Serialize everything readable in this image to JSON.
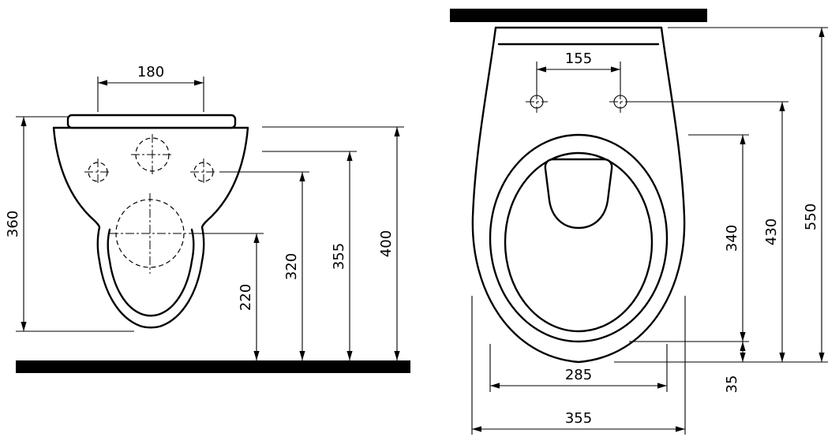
{
  "page": {
    "background": "#ffffff",
    "line_color": "#000000",
    "drawing_type": "wall-hung toilet dimension drawing"
  },
  "front_view": {
    "name": "front-view",
    "dims": {
      "top_hole_spacing": "180",
      "bowl_height": "360",
      "outlet_height": "220",
      "side_hole_height": "320",
      "rim_underside_height": "355",
      "rim_top_height": "400"
    }
  },
  "top_view": {
    "name": "top-view",
    "dims": {
      "fixing_hole_spacing": "155",
      "seat_ring_length": "340",
      "hole_line_to_front": "430",
      "total_length": "550",
      "front_lip": "35",
      "seat_ring_width": "285",
      "total_width": "355"
    }
  }
}
